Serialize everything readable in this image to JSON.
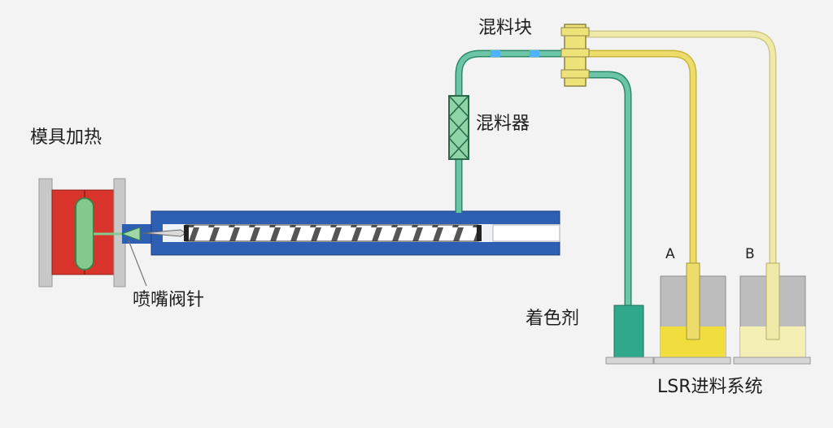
{
  "labels": {
    "mold_heating": "模具加热",
    "nozzle_valve_pin": "喷嘴阀针",
    "mixing_block": "混料块",
    "mixer": "混料器",
    "colorant": "着色剂",
    "lsr_feed_system": "LSR进料系统",
    "component_a": "A",
    "component_b": "B"
  },
  "colors": {
    "background": "#f3f3f3",
    "mold_red": "#d9342b",
    "mold_cavity": "#86c98e",
    "barrel_blue": "#2f5fb3",
    "green_line": "#6cc5a6",
    "yellow_line": "#eedc6a",
    "pale_yellow_line": "#f0eaa8",
    "colorant_tank": "#2fa98a",
    "tank_a_fill": "#f1de3e",
    "tank_b_fill": "#f4efb5",
    "tank_gray": "#bdbdbd"
  }
}
